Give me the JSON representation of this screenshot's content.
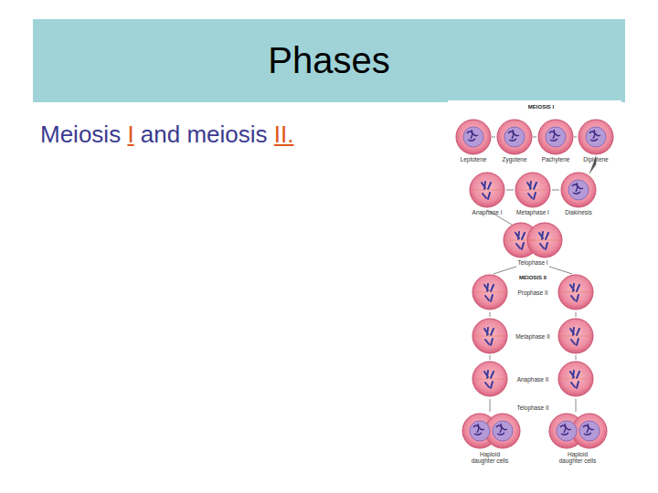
{
  "diagram": {
    "title": "Phases",
    "labels": [
      "Meiosis",
      "I",
      "and meiosis",
      "II.",
      "MEIOSIS I",
      "Leptotene",
      "Zygotene",
      "Pachytene",
      "Diplotene",
      "Anaphase I",
      "Metaphase I",
      "Diakinesis",
      "Telophase I",
      "MEIOSIS II",
      "Prophase II",
      "Metaphase II",
      "Anaphase II",
      "Telophase II",
      "Haploid daughter cells",
      "Haploid daughter cells"
    ]
  }
}
